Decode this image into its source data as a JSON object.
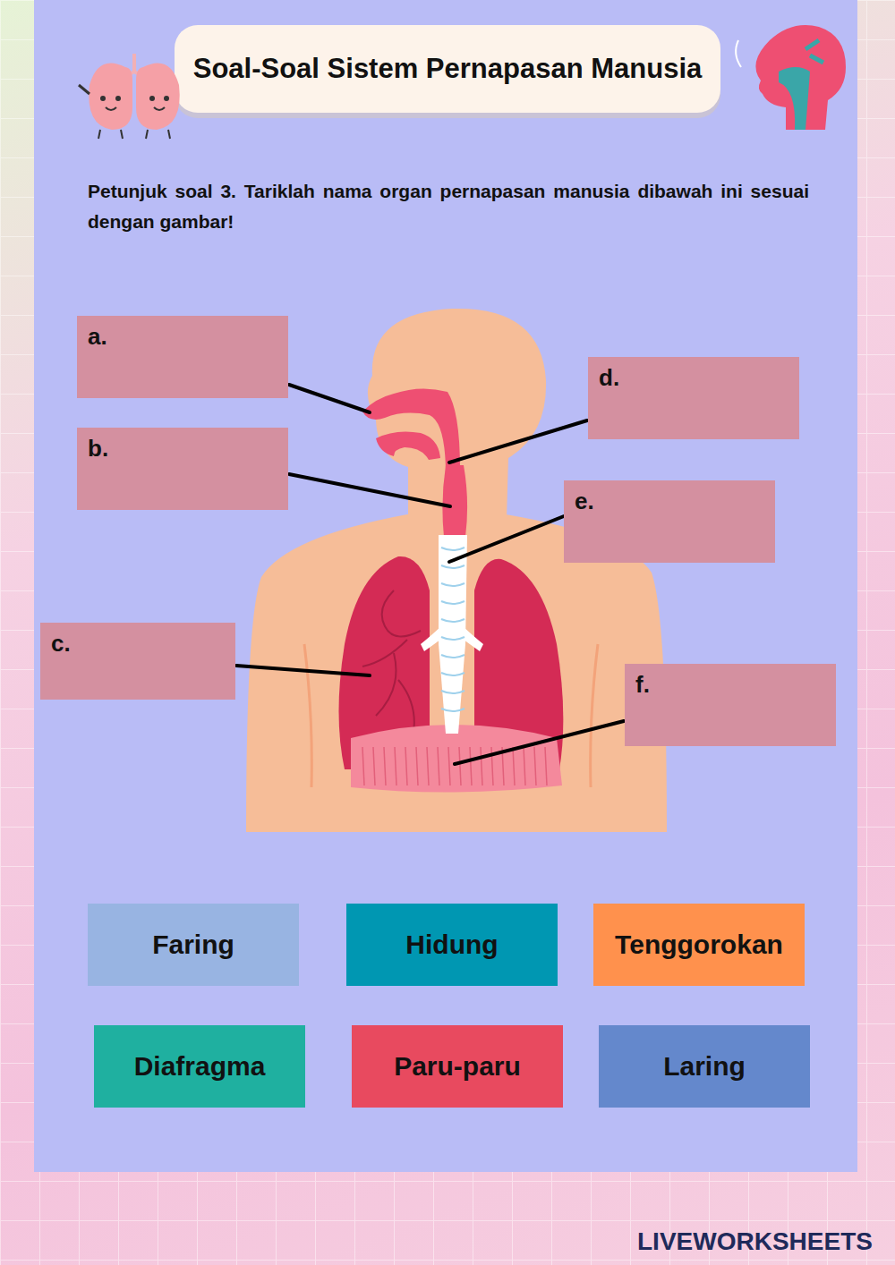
{
  "diagram": {
    "title": "Soal-Soal Sistem Pernapasan Manusia",
    "nodes": [
      {
        "text": [
          "a."
        ]
      },
      {
        "text": [
          "b."
        ]
      },
      {
        "text": [
          "c."
        ]
      },
      {
        "text": [
          "d."
        ]
      },
      {
        "text": [
          "e."
        ]
      },
      {
        "text": [
          "f."
        ]
      },
      {
        "text": [
          "Faring"
        ]
      },
      {
        "text": [
          "Hidung"
        ]
      },
      {
        "text": [
          "Tenggorokan"
        ]
      },
      {
        "text": [
          "Diafragma"
        ]
      },
      {
        "text": [
          "Paru-paru"
        ]
      },
      {
        "text": [
          "Laring"
        ]
      }
    ],
    "labels": [
      "Petunjuk soal 3. Tariklah nama organ pernapasan manusia dibawah ini sesuai dengan gambar!",
      "LIVEWORKSHEETS"
    ]
  }
}
